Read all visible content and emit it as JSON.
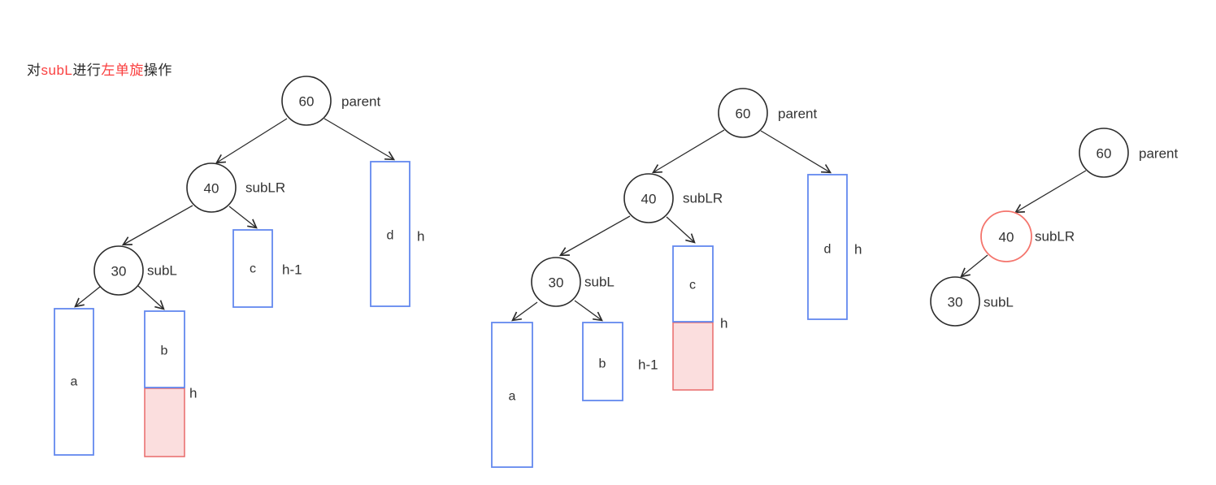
{
  "title": {
    "part1": "对",
    "highlight1": "subL",
    "part2": "进行",
    "highlight2": "左单旋",
    "part3": "操作"
  },
  "colors": {
    "blue": "#6389ef",
    "red": "#e96a6a",
    "pink": "#fbdede",
    "redcircle": "#f4756d",
    "titlered": "#fa3e3e",
    "ink": "#2b2b2b",
    "text": "#333333"
  },
  "tree_before": {
    "parent": {
      "value": "60",
      "label": "parent"
    },
    "subLR": {
      "value": "40",
      "label": "subLR"
    },
    "subL": {
      "value": "30",
      "label": "subL"
    },
    "rect_a": {
      "label": "a"
    },
    "rect_b": {
      "label": "b",
      "height": "h"
    },
    "rect_c": {
      "label": "c",
      "height": "h-1"
    },
    "rect_d": {
      "label": "d",
      "height": "h"
    }
  },
  "tree_during": {
    "parent": {
      "value": "60",
      "label": "parent"
    },
    "subLR": {
      "value": "40",
      "label": "subLR"
    },
    "subL": {
      "value": "30",
      "label": "subL"
    },
    "rect_a": {
      "label": "a"
    },
    "rect_b": {
      "label": "b",
      "height": "h-1"
    },
    "rect_c": {
      "label": "c",
      "height": "h"
    },
    "rect_d": {
      "label": "d",
      "height": "h"
    }
  },
  "tree_after": {
    "parent": {
      "value": "60",
      "label": "parent"
    },
    "subLR": {
      "value": "40",
      "label": "subLR"
    },
    "subL": {
      "value": "30",
      "label": "subL"
    }
  }
}
